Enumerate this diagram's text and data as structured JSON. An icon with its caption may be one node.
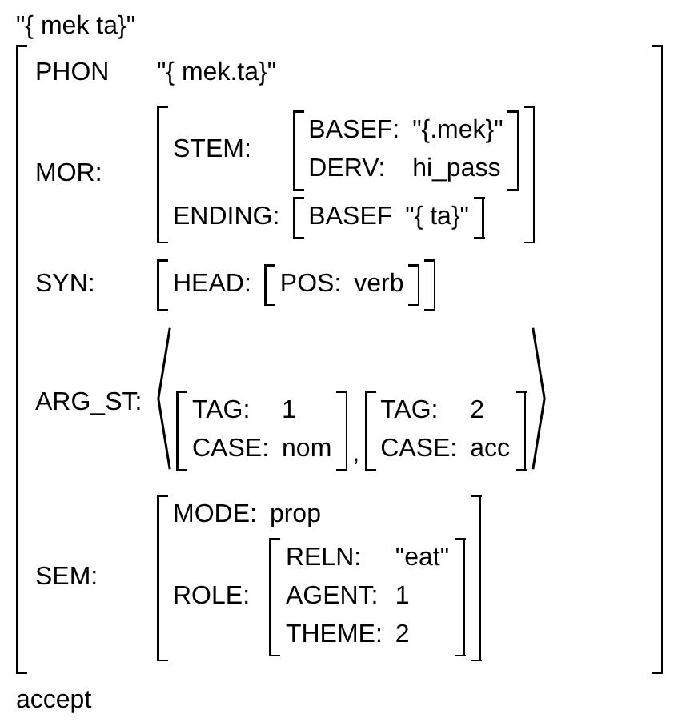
{
  "diagram": {
    "title": "\"{ mek ta}\"",
    "caption": "accept",
    "nodes": [
      {
        "text": [
          "PHON",
          "\"{ mek.ta}\"",
          "MOR:",
          "SYN:",
          "ARG_ST:",
          "SEM:"
        ]
      },
      {
        "text": [
          "STEM:",
          "ENDING:"
        ],
        "in": 0
      },
      {
        "text": [
          "BASEF:",
          "\"{.mek}\"",
          "DERV:",
          "hi_pass"
        ],
        "in": 1
      },
      {
        "text": [
          "BASEF",
          "\"{ ta}\""
        ],
        "in": 1
      },
      {
        "text": [
          "HEAD:"
        ],
        "in": 0
      },
      {
        "text": [
          "POS:",
          "verb"
        ],
        "in": 4
      },
      {
        "text": [
          ","
        ],
        "in": 0
      },
      {
        "text": [
          "TAG:",
          "1",
          "CASE:",
          "nom"
        ],
        "in": 6
      },
      {
        "text": [
          "TAG:",
          "2",
          "CASE:",
          "acc"
        ],
        "in": 6
      },
      {
        "text": [
          "MODE:",
          "prop",
          "ROLE:"
        ],
        "in": 0
      },
      {
        "text": [
          "RELN:",
          "\"eat\"",
          "AGENT:",
          "1",
          "THEME:",
          "2"
        ],
        "in": 9
      }
    ],
    "edges": []
  }
}
